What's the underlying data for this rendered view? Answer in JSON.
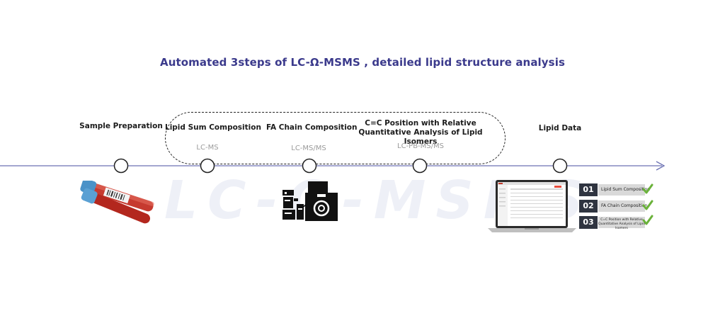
{
  "title": "Automated 3steps of LC-Ω-MSMS , detailed lipid structure analysis",
  "watermark": "LC-Ω-MSMS",
  "steps": [
    {
      "label": "Sample Preparation",
      "method": ""
    },
    {
      "label": "Lipid Sum Composition",
      "method": "LC-MS"
    },
    {
      "label": "FA Chain Composition",
      "method": "LC-MS/MS"
    },
    {
      "label": "C=C Position with Relative\nQuantitative Analysis of Lipid Isomers",
      "method": "LC-PB-MS/MS"
    },
    {
      "label": "Lipid Data",
      "method": ""
    }
  ],
  "results": [
    {
      "num": "01",
      "text": "Lipid Sum Composition"
    },
    {
      "num": "02",
      "text": "FA Chain Composition"
    },
    {
      "num": "03",
      "text": "C=C Position with Relative Quantitative Analysis of Lipid Isomers"
    }
  ],
  "colors": {
    "title": "#3b3a8c",
    "timeline": "#6c72b3",
    "check": "#6ab23a",
    "tube_cap_blue": "#4a92c8",
    "tube_red": "#c0392b"
  },
  "icons": [
    "blood-tubes-icon",
    "lc-ms-instrument-icon",
    "laptop-icon",
    "check-icon"
  ]
}
